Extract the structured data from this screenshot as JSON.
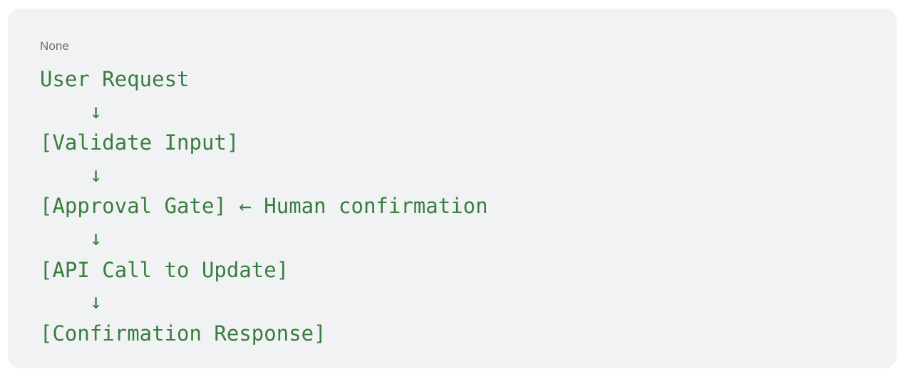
{
  "card": {
    "language_label": "None",
    "background_color": "#f1f2f4",
    "text_color": "#3a7d3e",
    "label_color": "#6d6d6d"
  },
  "code": {
    "lines": [
      "User Request",
      "    ↓",
      "[Validate Input]",
      "    ↓",
      "[Approval Gate] ← Human confirmation",
      "    ↓",
      "[API Call to Update]",
      "    ↓",
      "[Confirmation Response]"
    ]
  }
}
